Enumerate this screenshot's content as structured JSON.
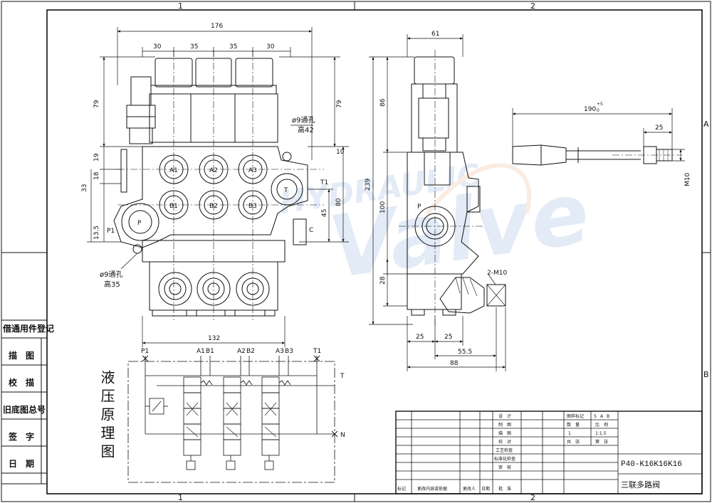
{
  "zones": {
    "col1": "1",
    "col2": "2",
    "rowA": "A",
    "rowB": "B"
  },
  "front_view": {
    "dims_top": {
      "overall": "176",
      "d1": "30",
      "d2": "35",
      "d3": "35",
      "d4": "30"
    },
    "dims_left": {
      "h79": "79",
      "h19": "19",
      "h18": "18",
      "h33": "33",
      "h13_5": "13.5"
    },
    "dims_right": {
      "h79": "79",
      "h10": "10",
      "h80": "80",
      "h45": "45"
    },
    "dim_bottom": "132",
    "port_labels": {
      "A1": "A1",
      "A2": "A2",
      "A3": "A3",
      "B1": "B1",
      "B2": "B2",
      "B3": "B3",
      "T": "T",
      "P": "P",
      "T1": "T1",
      "P1": "P1",
      "C": "C"
    },
    "note_top_hole": "ø9通孔",
    "note_top_height": "高42",
    "note_bottom_hole": "ø9通孔",
    "note_bottom_height": "高35"
  },
  "side_view": {
    "dim_top": "61",
    "dim_86": "86",
    "dim_239": "239",
    "dim_100": "100",
    "dim_28": "28",
    "dim_25a": "25",
    "dim_25b": "25",
    "dim_55_5": "55.5",
    "dim_88": "88",
    "thread_label": "2-M10",
    "port_P": "P"
  },
  "handle_view": {
    "length": "190",
    "tol_upper": "+5",
    "tol_lower": "0",
    "dim_25": "25",
    "thread": "M10"
  },
  "schematic": {
    "title": "液压原理图",
    "ports": [
      "P1",
      "A1",
      "B1",
      "A2",
      "B2",
      "A3",
      "B3",
      "T1"
    ],
    "label_T": "T",
    "label_N": "N"
  },
  "left_strip": [
    "借通用件登记",
    "描　图",
    "校　描",
    "旧底图总号",
    "签　字",
    "日　期"
  ],
  "title_block": {
    "design": "设　计",
    "draw": "制　图",
    "trace": "描　图",
    "check": "校　对",
    "process": "工艺检查",
    "standard": "标准化检查",
    "review": "审　核",
    "approve": "批　准",
    "mark": "标记",
    "change_doc": "更改内容或依据",
    "changer": "更改人",
    "date": "日期",
    "stage_mark": "图样标记",
    "quantity": "数　量",
    "scale": "比　例",
    "qty_value": "1",
    "scale_value": "1:1.5",
    "sheets_total": "共　张",
    "sheet_no": "第　张",
    "stage_s": "S",
    "stage_a": "A",
    "stage_b": "B",
    "part_no": "P40-K16K16K16",
    "part_name": "三联多路阀"
  },
  "watermark": {
    "text1": "HYDRAULIC",
    "text2": "Valve"
  }
}
